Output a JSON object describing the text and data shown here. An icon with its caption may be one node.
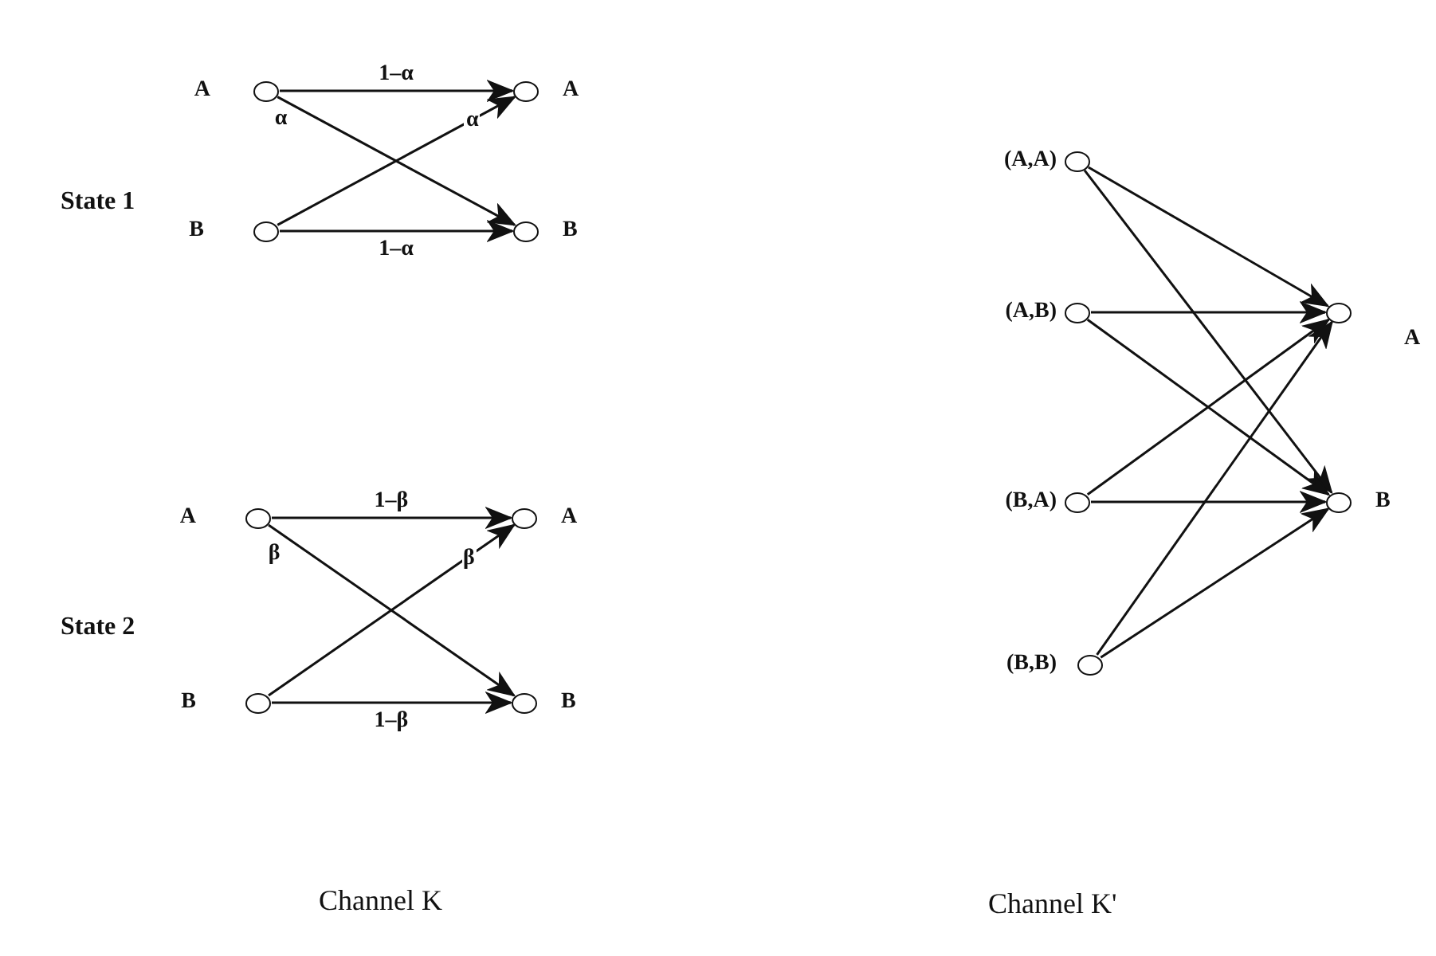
{
  "diagram": {
    "nodes": [
      {
        "text": [],
        "shape": "circle",
        "beside": [
          "A"
        ]
      },
      {
        "text": [],
        "shape": "circle",
        "beside": [
          "B"
        ]
      },
      {
        "text": [],
        "shape": "circle",
        "beside": [
          "A"
        ]
      },
      {
        "text": [],
        "shape": "circle",
        "beside": [
          "B"
        ]
      },
      {
        "text": [],
        "shape": "circle",
        "beside": [
          "A"
        ]
      },
      {
        "text": [],
        "shape": "circle",
        "beside": [
          "B"
        ]
      },
      {
        "text": [],
        "shape": "circle",
        "beside": [
          "A"
        ]
      },
      {
        "text": [],
        "shape": "circle",
        "beside": [
          "B"
        ]
      },
      {
        "text": [],
        "shape": "circle",
        "beside": [
          "(A,A)"
        ]
      },
      {
        "text": [],
        "shape": "circle",
        "beside": [
          "(A,B)"
        ]
      },
      {
        "text": [],
        "shape": "circle",
        "beside": [
          "(B,A)"
        ]
      },
      {
        "text": [],
        "shape": "circle",
        "beside": [
          "(B,B)"
        ]
      },
      {
        "text": [],
        "shape": "circle",
        "beside": [
          "A"
        ]
      },
      {
        "text": [],
        "shape": "circle",
        "beside": [
          "B"
        ]
      }
    ],
    "edges": [
      {
        "from": 0,
        "to": 2,
        "arrow": "to",
        "label": "1–α"
      },
      {
        "from": 0,
        "to": 3,
        "arrow": "to",
        "label": "α"
      },
      {
        "from": 1,
        "to": 2,
        "arrow": "to",
        "label": "α"
      },
      {
        "from": 1,
        "to": 3,
        "arrow": "to",
        "label": "1–α"
      },
      {
        "from": 4,
        "to": 6,
        "arrow": "to",
        "label": "1–β"
      },
      {
        "from": 4,
        "to": 7,
        "arrow": "to",
        "label": "β"
      },
      {
        "from": 5,
        "to": 6,
        "arrow": "to",
        "label": "β"
      },
      {
        "from": 5,
        "to": 7,
        "arrow": "to",
        "label": "1–β"
      },
      {
        "from": 8,
        "to": 12,
        "arrow": "to"
      },
      {
        "from": 8,
        "to": 13,
        "arrow": "to"
      },
      {
        "from": 9,
        "to": 12,
        "arrow": "to"
      },
      {
        "from": 9,
        "to": 13,
        "arrow": "to"
      },
      {
        "from": 10,
        "to": 12,
        "arrow": "to"
      },
      {
        "from": 10,
        "to": 13,
        "arrow": "to"
      },
      {
        "from": 11,
        "to": 12,
        "arrow": "to"
      },
      {
        "from": 11,
        "to": 13,
        "arrow": "to"
      }
    ],
    "labels": [
      "State 1",
      "State 2",
      "Channel K",
      "Channel K'"
    ]
  }
}
